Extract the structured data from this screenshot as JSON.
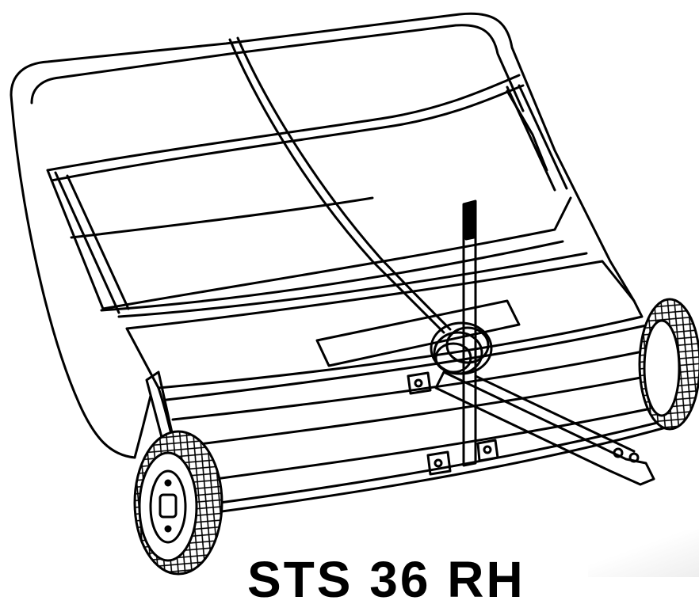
{
  "illustration": {
    "subject": "lawn-sweeper",
    "style": "black-and-white line drawing",
    "ink_color": "#000000",
    "paper_color": "#ffffff",
    "tire_tread": "diamond-cross-hatch"
  },
  "caption": {
    "model_text": "STS 36 RH"
  }
}
